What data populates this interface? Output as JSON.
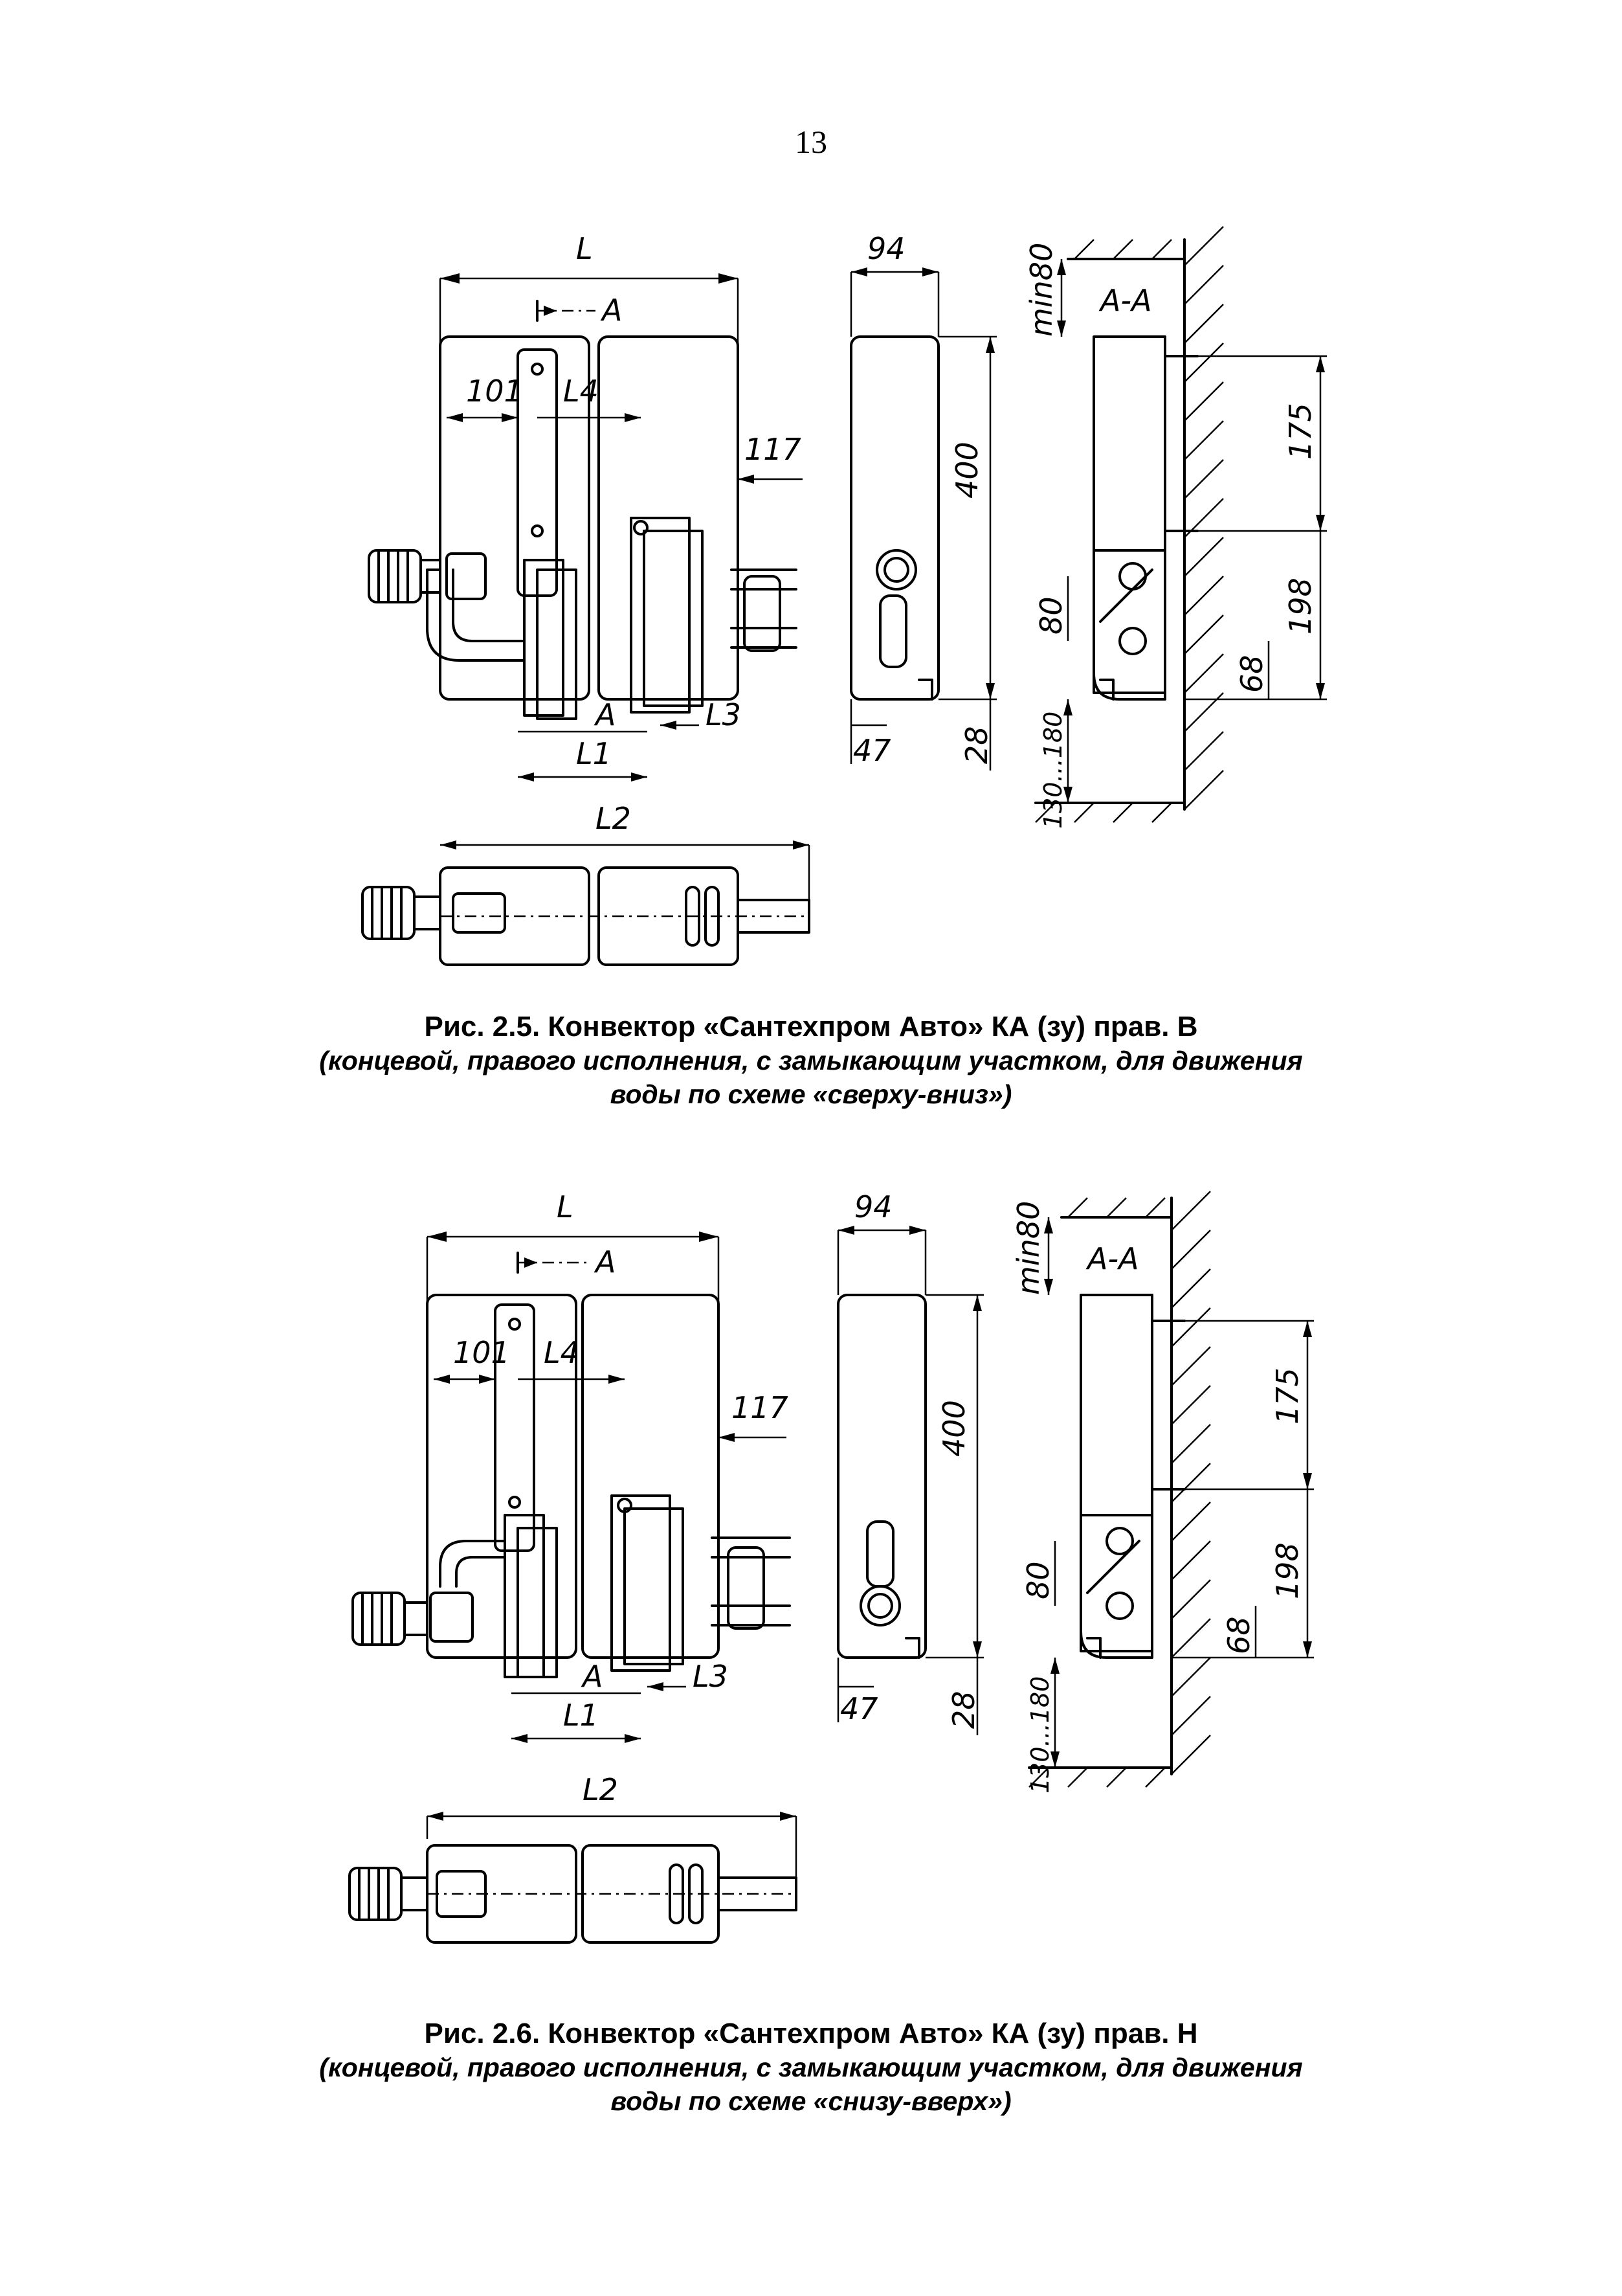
{
  "page": {
    "number": "13"
  },
  "figures": [
    {
      "id": "fig-2-5",
      "labels": {
        "L": "L",
        "L1": "L1",
        "L2": "L2",
        "L3": "L3",
        "L4": "L4",
        "section": "A",
        "section_view": "A-A",
        "dim_101": "101",
        "dim_117": "117",
        "dim_94": "94",
        "dim_400": "400",
        "dim_47": "47",
        "dim_28": "28",
        "dim_min80": "min80",
        "dim_175": "175",
        "dim_198": "198",
        "dim_80": "80",
        "dim_68": "68",
        "dim_130_180": "130...180"
      },
      "caption": {
        "title": "Рис. 2.5. Конвектор «Сантехпром Авто» КА (зу) прав. В",
        "subtitle_line1": "(концевой, правого исполнения, с замыкающим участком, для движения",
        "subtitle_line2": "воды по схеме «сверху-вниз»)"
      }
    },
    {
      "id": "fig-2-6",
      "labels": {
        "L": "L",
        "L1": "L1",
        "L2": "L2",
        "L3": "L3",
        "L4": "L4",
        "section": "A",
        "section_view": "A-A",
        "dim_101": "101",
        "dim_117": "117",
        "dim_94": "94",
        "dim_400": "400",
        "dim_47": "47",
        "dim_28": "28",
        "dim_min80": "min80",
        "dim_175": "175",
        "dim_198": "198",
        "dim_80": "80",
        "dim_68": "68",
        "dim_130_180": "130...180"
      },
      "caption": {
        "title": "Рис. 2.6. Конвектор «Сантехпром Авто» КА (зу) прав. Н",
        "subtitle_line1": "(концевой, правого исполнения, с замыкающим участком, для движения",
        "subtitle_line2": "воды по схеме «снизу-вверх»)"
      }
    }
  ]
}
